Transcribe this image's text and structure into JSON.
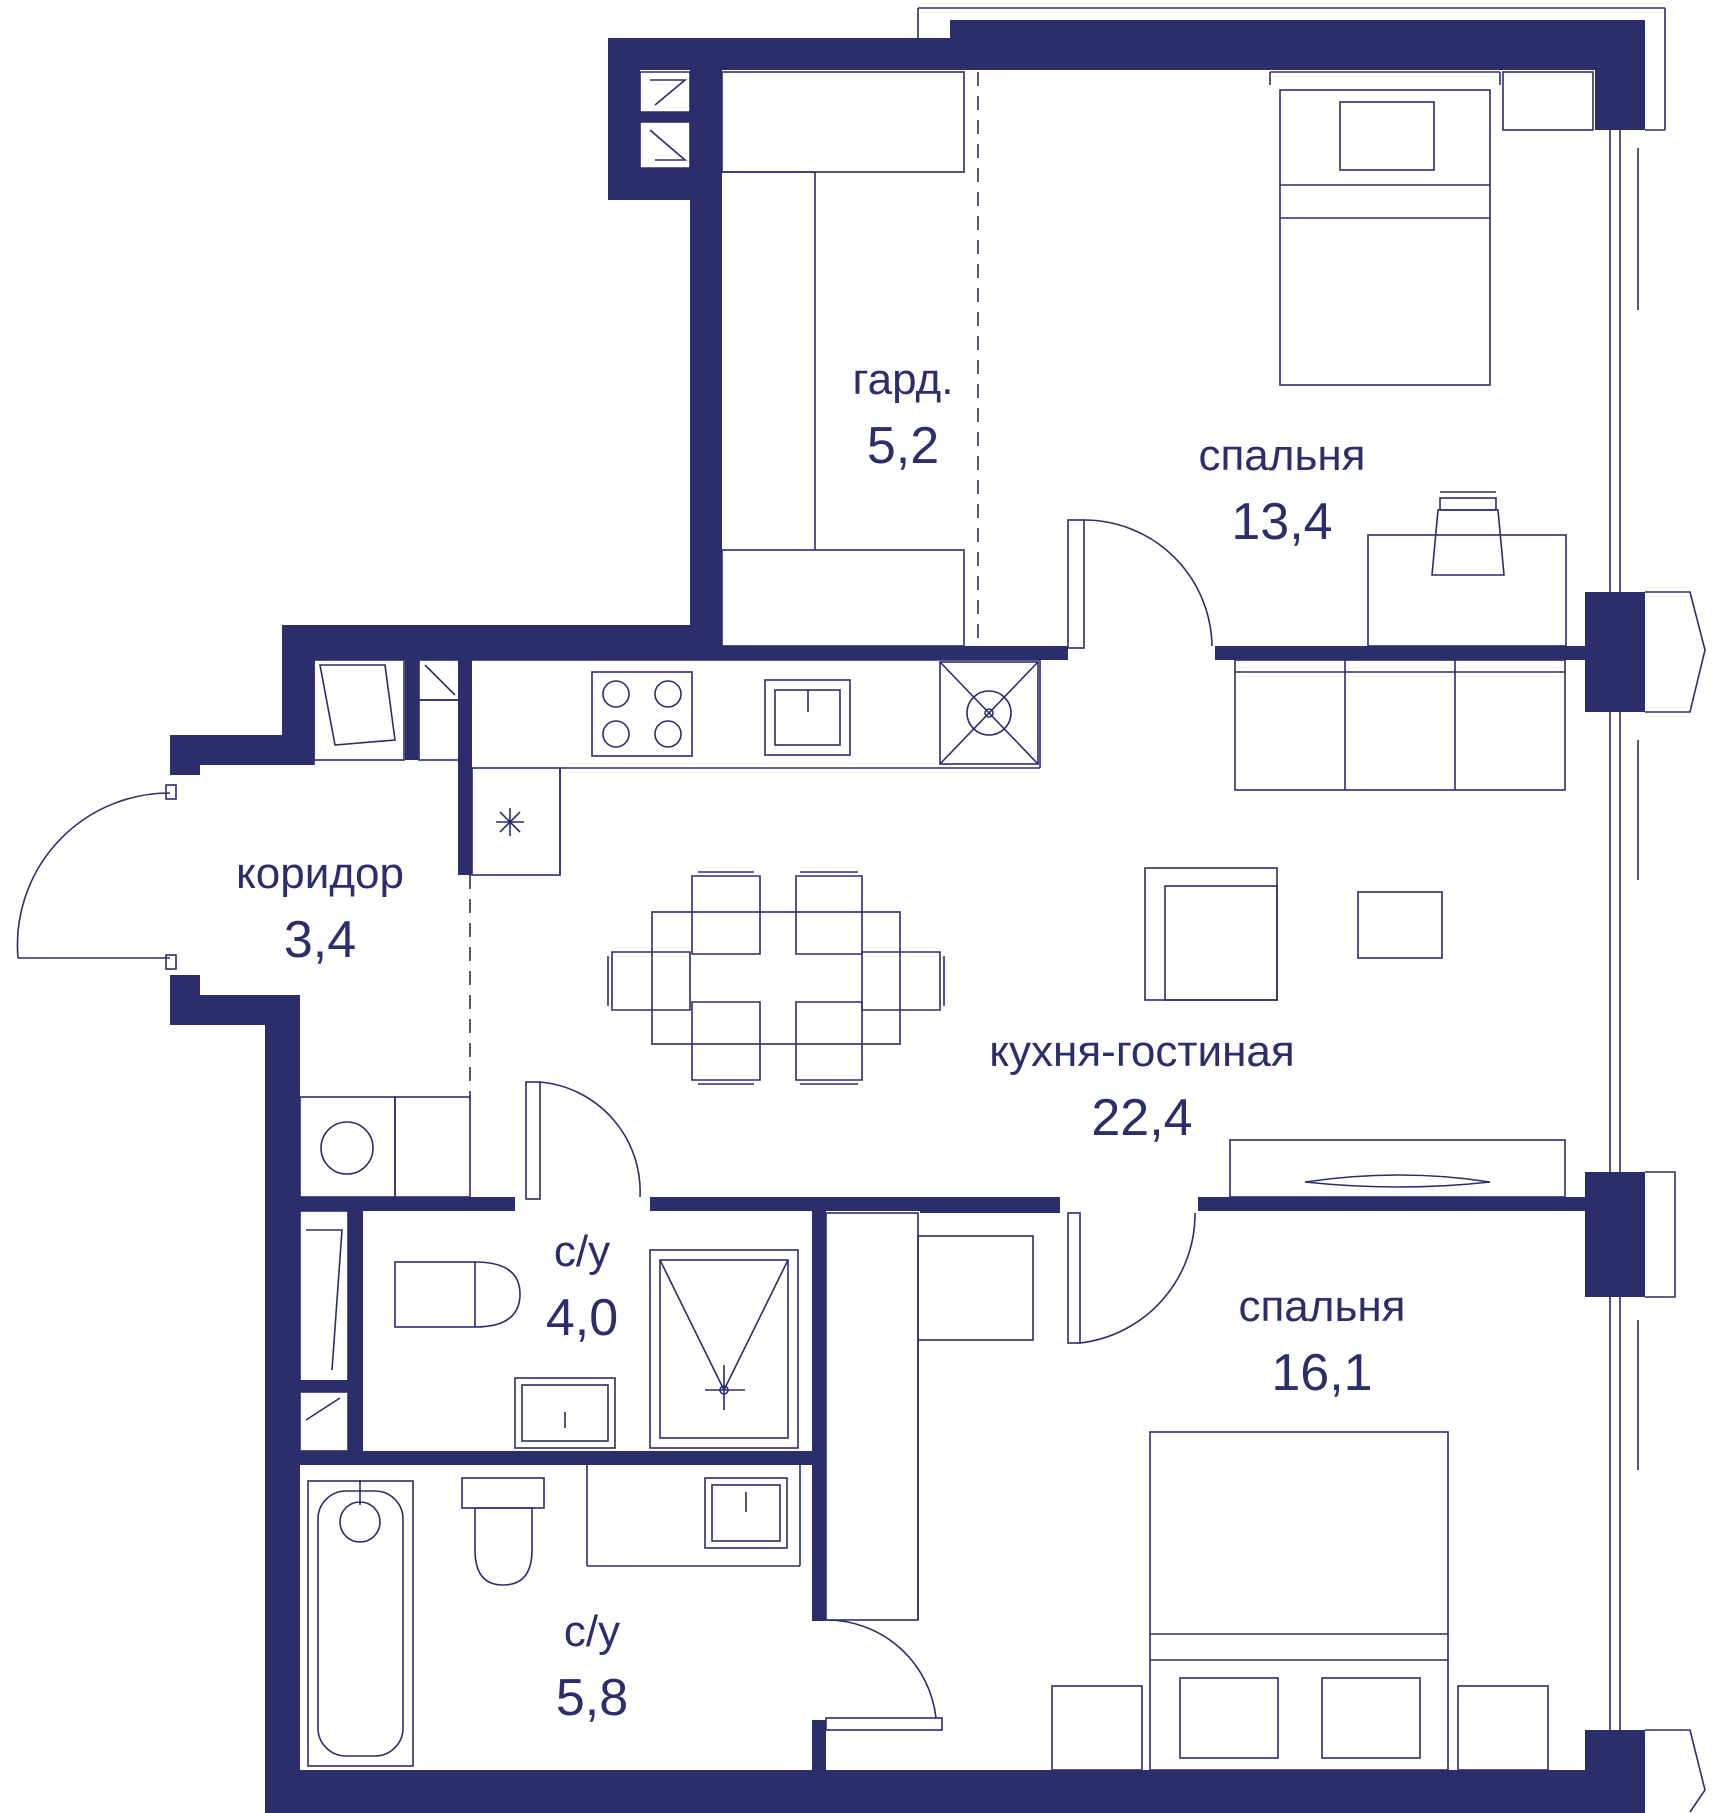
{
  "colors": {
    "wall": "#2c2d6b",
    "line": "#2c2d6b",
    "background": "#ffffff"
  },
  "rooms": [
    {
      "id": "wardrobe",
      "name": "гард.",
      "area": "5,2"
    },
    {
      "id": "bedroom1",
      "name": "спальня",
      "area": "13,4"
    },
    {
      "id": "corridor",
      "name": "коридор",
      "area": "3,4"
    },
    {
      "id": "living",
      "name": "кухня-гостиная",
      "area": "22,4"
    },
    {
      "id": "bath1",
      "name": "с/у",
      "area": "4,0"
    },
    {
      "id": "bedroom2",
      "name": "спальня",
      "area": "16,1"
    },
    {
      "id": "bath2",
      "name": "с/у",
      "area": "5,8"
    }
  ]
}
